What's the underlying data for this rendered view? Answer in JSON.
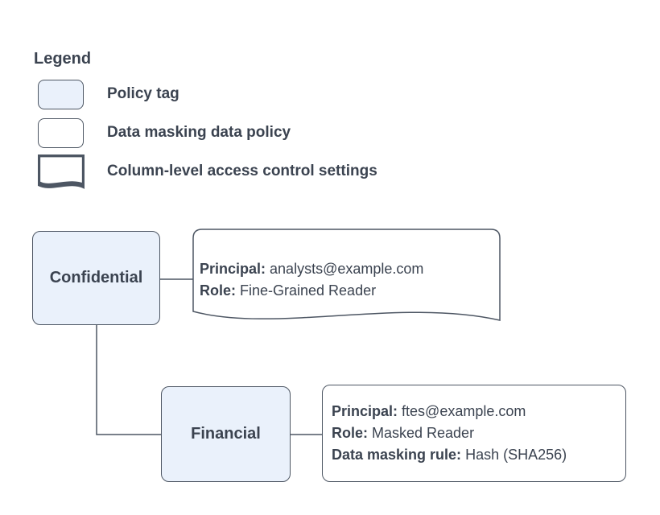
{
  "legend": {
    "title": "Legend",
    "items": [
      {
        "shape": "policy-tag",
        "label": "Policy tag"
      },
      {
        "shape": "data-masking-data-policy",
        "label": "Data masking data policy"
      },
      {
        "shape": "column-level-access-control-settings",
        "label": "Column-level access control settings"
      }
    ]
  },
  "diagram": {
    "nodes": {
      "confidential": {
        "label": "Confidential",
        "type": "policy-tag"
      },
      "financial": {
        "label": "Financial",
        "type": "policy-tag"
      }
    },
    "confidential_settings": {
      "type": "column-level-access-control-settings",
      "lines": [
        {
          "label": "Principal:",
          "value": " analysts@example.com"
        },
        {
          "label": "Role:",
          "value": " Fine-Grained Reader"
        }
      ]
    },
    "financial_policy": {
      "type": "data-masking-data-policy",
      "lines": [
        {
          "label": "Principal:",
          "value": " ftes@example.com"
        },
        {
          "label": "Role:",
          "value": " Masked Reader"
        },
        {
          "label": "Data masking rule:",
          "value": " Hash (SHA256)"
        }
      ]
    }
  },
  "colors": {
    "policy_tag_fill": "#eaf1fb",
    "shape_stroke": "#4d5663",
    "text": "#3b4350",
    "background": "#ffffff"
  }
}
